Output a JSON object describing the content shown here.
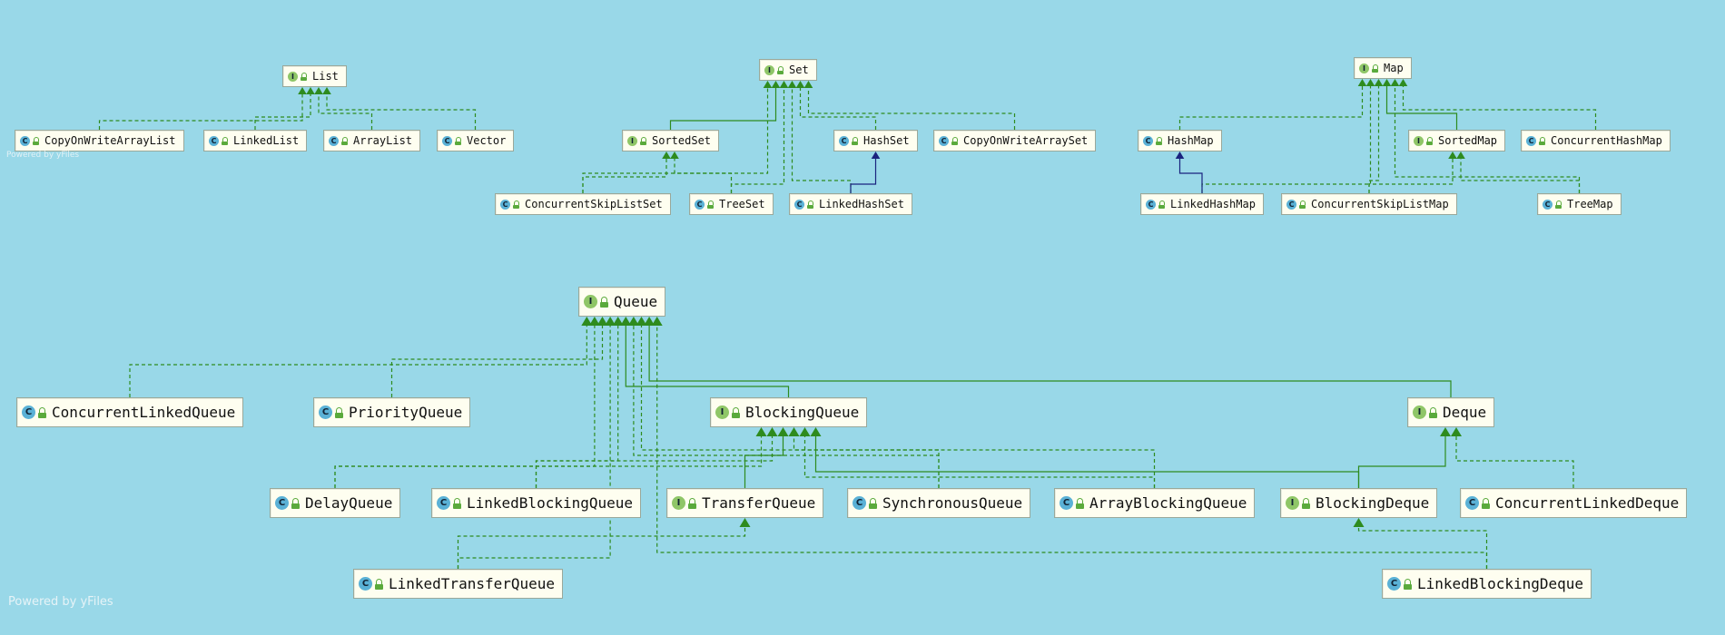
{
  "diagram": {
    "background": "#99d8e8",
    "colors": {
      "implements": "#2e8b1e",
      "extends_class": "#1a237e",
      "class_badge": "#5ab1d6",
      "interface_badge": "#8fc667",
      "node_fill": "#fefef0"
    },
    "watermarks": [
      "Powered by yFiles",
      "Powered by yFiles"
    ],
    "badge_letters": {
      "class": "C",
      "interface": "I"
    },
    "nodes": [
      {
        "id": "List",
        "label": "List",
        "kind": "interface"
      },
      {
        "id": "CopyOnWriteArrayList",
        "label": "CopyOnWriteArrayList",
        "kind": "class"
      },
      {
        "id": "LinkedList",
        "label": "LinkedList",
        "kind": "class"
      },
      {
        "id": "ArrayList",
        "label": "ArrayList",
        "kind": "class"
      },
      {
        "id": "Vector",
        "label": "Vector",
        "kind": "class"
      },
      {
        "id": "Set",
        "label": "Set",
        "kind": "interface"
      },
      {
        "id": "SortedSet",
        "label": "SortedSet",
        "kind": "interface"
      },
      {
        "id": "HashSet",
        "label": "HashSet",
        "kind": "class"
      },
      {
        "id": "CopyOnWriteArraySet",
        "label": "CopyOnWriteArraySet",
        "kind": "class"
      },
      {
        "id": "ConcurrentSkipListSet",
        "label": "ConcurrentSkipListSet",
        "kind": "class"
      },
      {
        "id": "TreeSet",
        "label": "TreeSet",
        "kind": "class"
      },
      {
        "id": "LinkedHashSet",
        "label": "LinkedHashSet",
        "kind": "class"
      },
      {
        "id": "Map",
        "label": "Map",
        "kind": "interface"
      },
      {
        "id": "HashMap",
        "label": "HashMap",
        "kind": "class"
      },
      {
        "id": "SortedMap",
        "label": "SortedMap",
        "kind": "interface"
      },
      {
        "id": "ConcurrentHashMap",
        "label": "ConcurrentHashMap",
        "kind": "class"
      },
      {
        "id": "LinkedHashMap",
        "label": "LinkedHashMap",
        "kind": "class"
      },
      {
        "id": "ConcurrentSkipListMap",
        "label": "ConcurrentSkipListMap",
        "kind": "class"
      },
      {
        "id": "TreeMap",
        "label": "TreeMap",
        "kind": "class"
      },
      {
        "id": "Queue",
        "label": "Queue",
        "kind": "interface"
      },
      {
        "id": "ConcurrentLinkedQueue",
        "label": "ConcurrentLinkedQueue",
        "kind": "class"
      },
      {
        "id": "PriorityQueue",
        "label": "PriorityQueue",
        "kind": "class"
      },
      {
        "id": "BlockingQueue",
        "label": "BlockingQueue",
        "kind": "interface"
      },
      {
        "id": "Deque",
        "label": "Deque",
        "kind": "interface"
      },
      {
        "id": "DelayQueue",
        "label": "DelayQueue",
        "kind": "class"
      },
      {
        "id": "LinkedBlockingQueue",
        "label": "LinkedBlockingQueue",
        "kind": "class"
      },
      {
        "id": "TransferQueue",
        "label": "TransferQueue",
        "kind": "interface"
      },
      {
        "id": "SynchronousQueue",
        "label": "SynchronousQueue",
        "kind": "class"
      },
      {
        "id": "ArrayBlockingQueue",
        "label": "ArrayBlockingQueue",
        "kind": "class"
      },
      {
        "id": "BlockingDeque",
        "label": "BlockingDeque",
        "kind": "interface"
      },
      {
        "id": "ConcurrentLinkedDeque",
        "label": "ConcurrentLinkedDeque",
        "kind": "class"
      },
      {
        "id": "LinkedTransferQueue",
        "label": "LinkedTransferQueue",
        "kind": "class"
      },
      {
        "id": "LinkedBlockingDeque",
        "label": "LinkedBlockingDeque",
        "kind": "class"
      }
    ],
    "edges": [
      {
        "from": "CopyOnWriteArrayList",
        "to": "List",
        "type": "implements"
      },
      {
        "from": "LinkedList",
        "to": "List",
        "type": "implements"
      },
      {
        "from": "ArrayList",
        "to": "List",
        "type": "implements"
      },
      {
        "from": "Vector",
        "to": "List",
        "type": "implements"
      },
      {
        "from": "SortedSet",
        "to": "Set",
        "type": "extends"
      },
      {
        "from": "HashSet",
        "to": "Set",
        "type": "implements"
      },
      {
        "from": "CopyOnWriteArraySet",
        "to": "Set",
        "type": "implements"
      },
      {
        "from": "ConcurrentSkipListSet",
        "to": "Set",
        "type": "implements"
      },
      {
        "from": "TreeSet",
        "to": "Set",
        "type": "implements"
      },
      {
        "from": "LinkedHashSet",
        "to": "Set",
        "type": "implements"
      },
      {
        "from": "ConcurrentSkipListSet",
        "to": "SortedSet",
        "type": "implements"
      },
      {
        "from": "TreeSet",
        "to": "SortedSet",
        "type": "implements"
      },
      {
        "from": "LinkedHashSet",
        "to": "HashSet",
        "type": "extends"
      },
      {
        "from": "HashMap",
        "to": "Map",
        "type": "implements"
      },
      {
        "from": "SortedMap",
        "to": "Map",
        "type": "extends"
      },
      {
        "from": "ConcurrentHashMap",
        "to": "Map",
        "type": "implements"
      },
      {
        "from": "LinkedHashMap",
        "to": "Map",
        "type": "implements"
      },
      {
        "from": "ConcurrentSkipListMap",
        "to": "Map",
        "type": "implements"
      },
      {
        "from": "TreeMap",
        "to": "Map",
        "type": "implements"
      },
      {
        "from": "LinkedHashMap",
        "to": "HashMap",
        "type": "extends"
      },
      {
        "from": "ConcurrentSkipListMap",
        "to": "SortedMap",
        "type": "implements"
      },
      {
        "from": "TreeMap",
        "to": "SortedMap",
        "type": "implements"
      },
      {
        "from": "ConcurrentLinkedQueue",
        "to": "Queue",
        "type": "implements"
      },
      {
        "from": "PriorityQueue",
        "to": "Queue",
        "type": "implements"
      },
      {
        "from": "BlockingQueue",
        "to": "Queue",
        "type": "extends"
      },
      {
        "from": "Deque",
        "to": "Queue",
        "type": "extends"
      },
      {
        "from": "DelayQueue",
        "to": "Queue",
        "type": "implements"
      },
      {
        "from": "LinkedBlockingQueue",
        "to": "Queue",
        "type": "implements"
      },
      {
        "from": "SynchronousQueue",
        "to": "Queue",
        "type": "implements"
      },
      {
        "from": "ArrayBlockingQueue",
        "to": "Queue",
        "type": "implements"
      },
      {
        "from": "LinkedTransferQueue",
        "to": "Queue",
        "type": "implements"
      },
      {
        "from": "LinkedBlockingDeque",
        "to": "Queue",
        "type": "implements"
      },
      {
        "from": "DelayQueue",
        "to": "BlockingQueue",
        "type": "implements"
      },
      {
        "from": "LinkedBlockingQueue",
        "to": "BlockingQueue",
        "type": "implements"
      },
      {
        "from": "TransferQueue",
        "to": "BlockingQueue",
        "type": "extends"
      },
      {
        "from": "SynchronousQueue",
        "to": "BlockingQueue",
        "type": "implements"
      },
      {
        "from": "ArrayBlockingQueue",
        "to": "BlockingQueue",
        "type": "implements"
      },
      {
        "from": "BlockingDeque",
        "to": "BlockingQueue",
        "type": "extends"
      },
      {
        "from": "BlockingDeque",
        "to": "Deque",
        "type": "extends"
      },
      {
        "from": "ConcurrentLinkedDeque",
        "to": "Deque",
        "type": "implements"
      },
      {
        "from": "LinkedTransferQueue",
        "to": "TransferQueue",
        "type": "implements"
      },
      {
        "from": "LinkedBlockingDeque",
        "to": "BlockingDeque",
        "type": "implements"
      }
    ]
  }
}
